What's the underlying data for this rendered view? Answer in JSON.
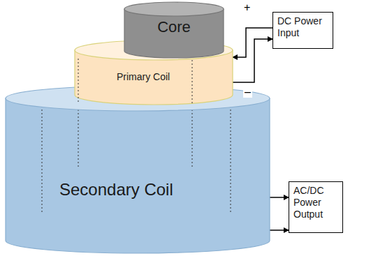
{
  "diagram": {
    "nodes": [
      {
        "text": [
          "Core"
        ]
      },
      {
        "text": [
          "Primary Coil"
        ]
      },
      {
        "text": [
          "DC Power Input"
        ]
      },
      {
        "text": [
          "Secondary Coil"
        ]
      },
      {
        "text": [
          "AC/DC Power Output"
        ]
      }
    ],
    "edges": [
      {
        "from": 2,
        "to": 1,
        "arrow": "to"
      },
      {
        "from": 1,
        "to": 2,
        "arrow": "to"
      },
      {
        "from": 3,
        "to": 4,
        "arrow": "to"
      },
      {
        "from": 3,
        "to": 4,
        "arrow": "to"
      }
    ],
    "labels": [
      "+",
      "–"
    ]
  }
}
